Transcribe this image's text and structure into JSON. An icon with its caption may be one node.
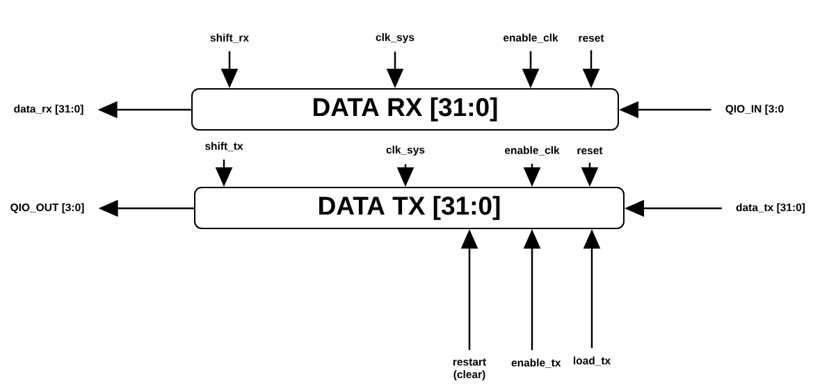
{
  "diagram": {
    "nodes": [
      {
        "text": [
          "DATA RX [31:0]"
        ]
      },
      {
        "text": [
          "shift_rx"
        ]
      },
      {
        "text": [
          "clk_sys"
        ]
      },
      {
        "text": [
          "enable_clk"
        ]
      },
      {
        "text": [
          "reset"
        ]
      },
      {
        "text": [
          "data_rx [31:0]"
        ]
      },
      {
        "text": [
          "QIO_IN [3:0"
        ]
      },
      {
        "text": [
          "DATA TX [31:0]"
        ]
      },
      {
        "text": [
          "shift_tx"
        ]
      },
      {
        "text": [
          "clk_sys"
        ]
      },
      {
        "text": [
          "enable_clk"
        ]
      },
      {
        "text": [
          "reset"
        ]
      },
      {
        "text": [
          "QIO_OUT [3:0]"
        ]
      },
      {
        "text": [
          "data_tx [31:0]"
        ]
      },
      {
        "text": [
          "restart (clear)"
        ]
      },
      {
        "text": [
          "enable_tx"
        ]
      },
      {
        "text": [
          "load_tx"
        ]
      }
    ],
    "edges": [
      {
        "from": 1,
        "to": 0,
        "arrow": "to"
      },
      {
        "from": 2,
        "to": 0,
        "arrow": "to"
      },
      {
        "from": 3,
        "to": 0,
        "arrow": "to"
      },
      {
        "from": 4,
        "to": 0,
        "arrow": "to"
      },
      {
        "from": 0,
        "to": 5,
        "arrow": "to"
      },
      {
        "from": 6,
        "to": 0,
        "arrow": "to"
      },
      {
        "from": 8,
        "to": 7,
        "arrow": "to"
      },
      {
        "from": 9,
        "to": 7,
        "arrow": "to"
      },
      {
        "from": 10,
        "to": 7,
        "arrow": "to"
      },
      {
        "from": 11,
        "to": 7,
        "arrow": "to"
      },
      {
        "from": 7,
        "to": 12,
        "arrow": "to"
      },
      {
        "from": 13,
        "to": 7,
        "arrow": "to"
      },
      {
        "from": 14,
        "to": 7,
        "arrow": "to"
      },
      {
        "from": 15,
        "to": 7,
        "arrow": "to"
      },
      {
        "from": 16,
        "to": 7,
        "arrow": "to"
      }
    ]
  }
}
